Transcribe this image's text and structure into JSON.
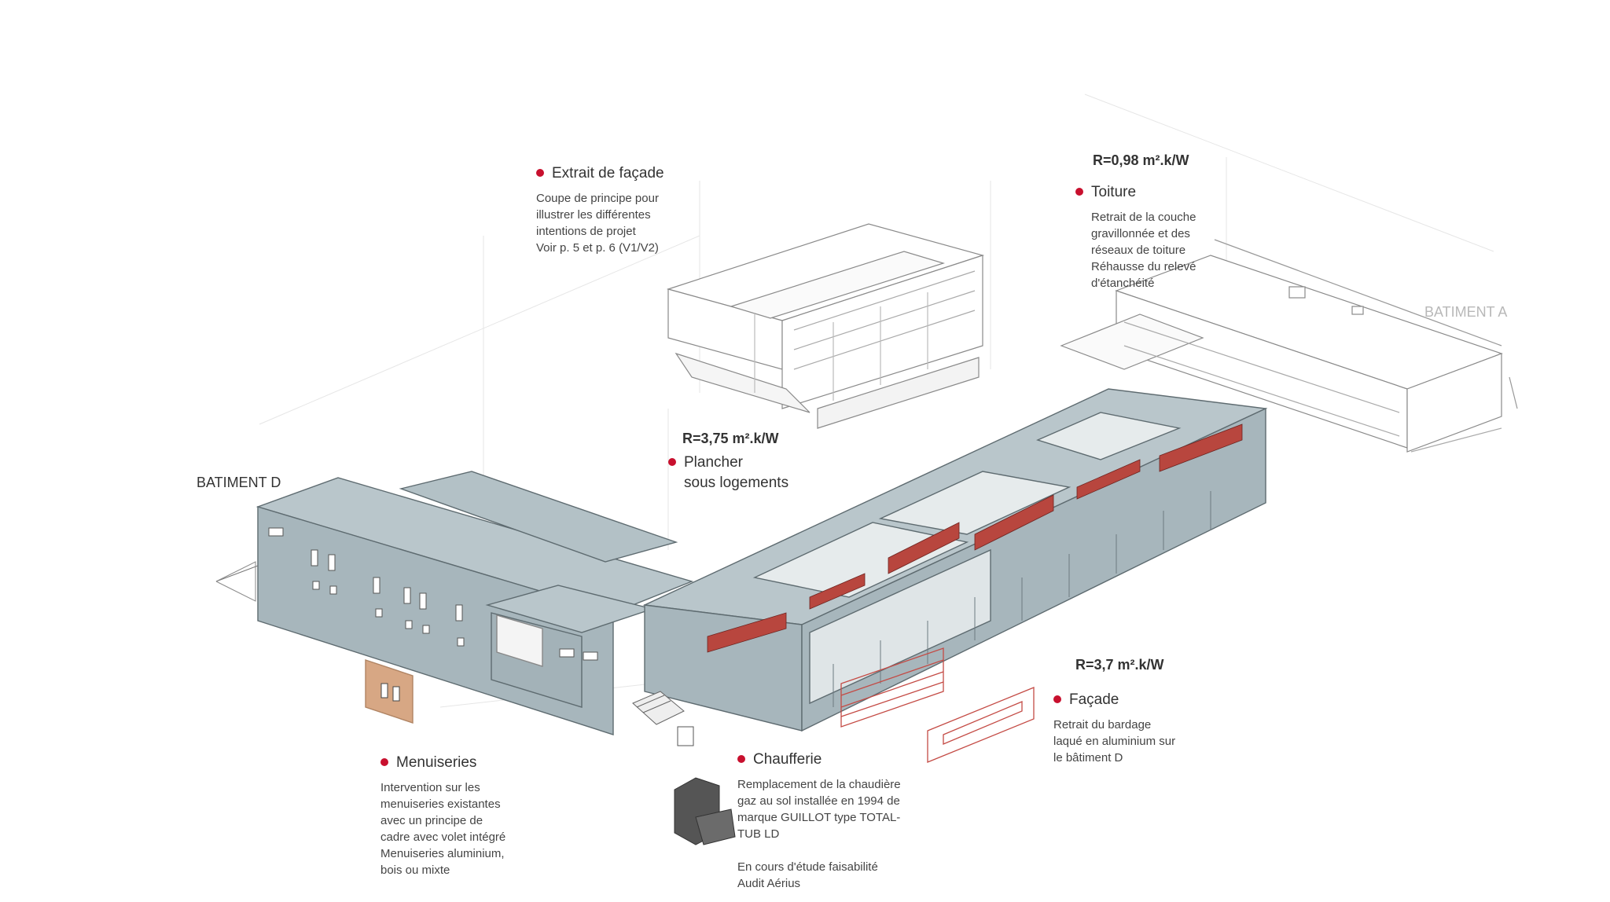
{
  "colors": {
    "accent_dot": "#c8102e",
    "building_fill": "#a7b6bc",
    "roof_fill": "#b9c6cb",
    "window_red": "#b8463e",
    "wood_panel": "#d7a784"
  },
  "buildings": {
    "batiment_d": "BATIMENT D",
    "batiment_a": "BATIMENT A"
  },
  "r_values": {
    "toiture": "R=0,98 m².k/W",
    "plancher": "R=3,75 m².k/W",
    "facade": "R=3,7 m².k/W"
  },
  "callouts": {
    "extrait": {
      "title": "Extrait de façade",
      "lines": [
        "Coupe de principe pour",
        "illustrer les différentes",
        "intentions de projet",
        "Voir p. 5 et p. 6 (V1/V2)"
      ]
    },
    "toiture": {
      "title": "Toiture",
      "lines": [
        "Retrait de la couche",
        "gravillonnée et des",
        "réseaux de toiture",
        "Réhausse du relevé",
        "d'étanchéité"
      ]
    },
    "plancher": {
      "title_lines": [
        "Plancher",
        "sous logements"
      ]
    },
    "facade": {
      "title": "Façade",
      "lines": [
        "Retrait du bardage",
        "laqué en aluminium sur",
        "le bâtiment D"
      ]
    },
    "menuiseries": {
      "title": "Menuiseries",
      "lines": [
        "Intervention sur les",
        "menuiseries existantes",
        "avec un principe de",
        "cadre avec volet intégré",
        "Menuiseries aluminium,",
        "bois ou mixte"
      ]
    },
    "chaufferie": {
      "title": "Chaufferie",
      "lines": [
        "Remplacement de la chaudière",
        "gaz au sol installée en 1994 de",
        "marque GUILLOT type TOTAL-",
        "TUB LD",
        "",
        "En cours d'étude faisabilité",
        "Audit Aérius"
      ]
    }
  }
}
